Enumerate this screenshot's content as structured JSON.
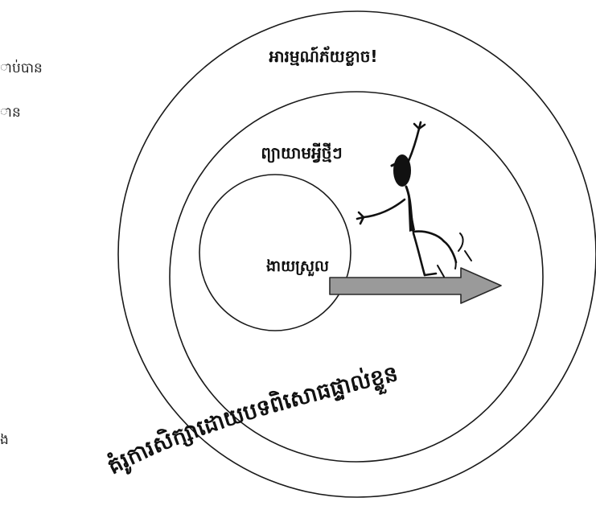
{
  "diagram": {
    "zones": {
      "outer": "អារម្មណ៍ភ័យខ្លាច!",
      "middle": "ព្យាយាមអ្វីថ្មីៗ",
      "inner": "ងាយស្រួល"
    },
    "caption": "គំរូការសិក្សាដោយបទពិសោធផ្ទាល់ខ្លួន",
    "left_fragments": [
      "ាប់បាន",
      "ាន",
      "ង"
    ],
    "colors": {
      "line": "#1a1a1a",
      "arrow_fill": "#9a9a9a",
      "figure": "#111111"
    }
  }
}
